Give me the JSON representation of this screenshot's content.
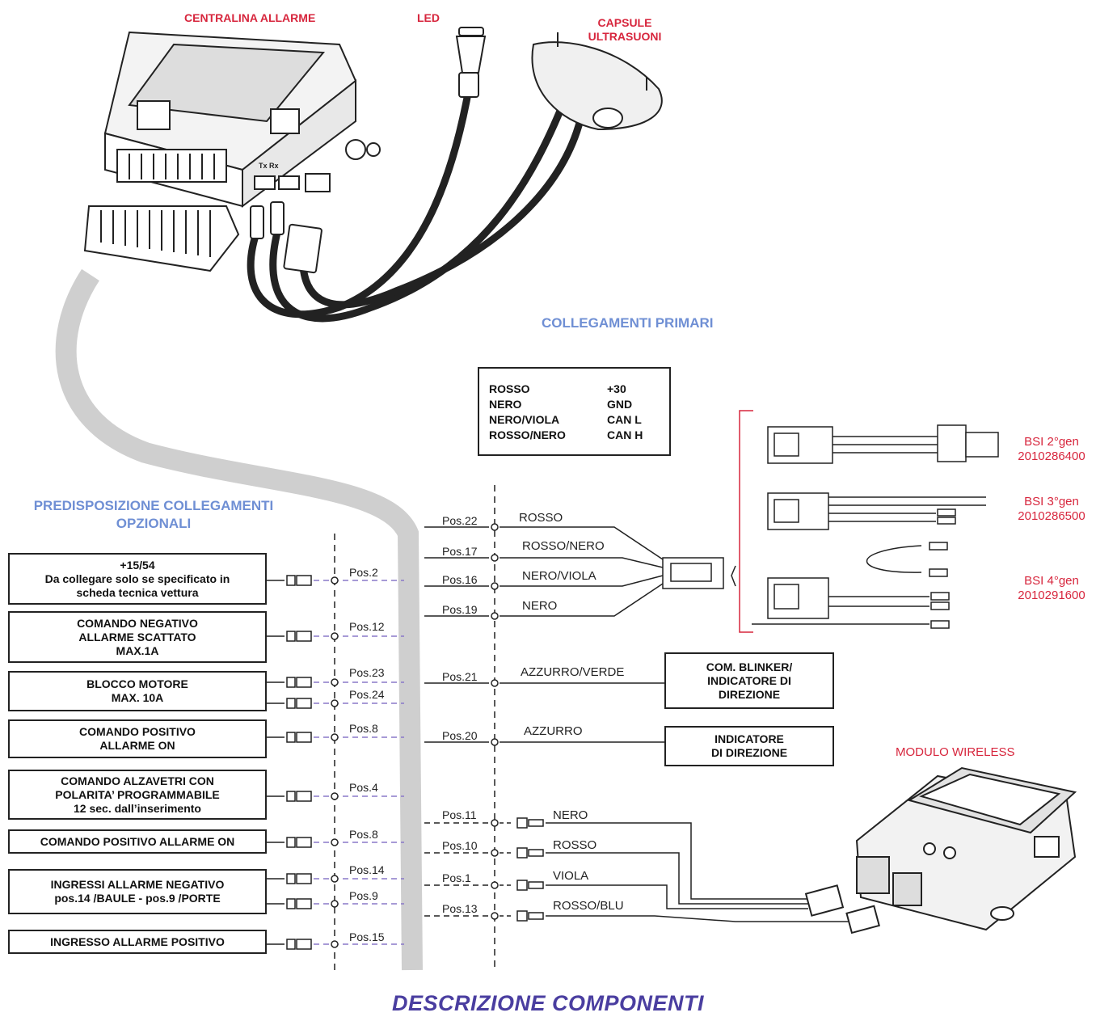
{
  "header_labels": {
    "centralina": "CENTRALINA ALLARME",
    "led": "LED",
    "capsule_line1": "CAPSULE",
    "capsule_line2": "ULTRASUONI",
    "txrx": "Tx  Rx"
  },
  "sections": {
    "primari": "COLLEGAMENTI PRIMARI",
    "opzionali_line1": "PREDISPOSIZIONE COLLEGAMENTI",
    "opzionali_line2": "OPZIONALI",
    "footer": "DESCRIZIONE COMPONENTI",
    "wireless": "MODULO WIRELESS"
  },
  "legend": [
    {
      "wire": "ROSSO",
      "signal": "+30"
    },
    {
      "wire": "NERO",
      "signal": "GND"
    },
    {
      "wire": "NERO/VIOLA",
      "signal": "CAN L"
    },
    {
      "wire": "ROSSO/NERO",
      "signal": "CAN H"
    }
  ],
  "bsi": [
    {
      "gen": "BSI 2°gen",
      "code": "2010286400"
    },
    {
      "gen": "BSI 3°gen",
      "code": "2010286500"
    },
    {
      "gen": "BSI 4°gen",
      "code": "2010291600"
    }
  ],
  "optional_boxes": [
    {
      "lines": [
        "+15/54",
        "Da collegare solo se specificato in",
        "scheda tecnica vettura"
      ]
    },
    {
      "lines": [
        "COMANDO NEGATIVO",
        "ALLARME SCATTATO",
        "MAX.1A"
      ]
    },
    {
      "lines": [
        "BLOCCO MOTORE",
        "MAX. 10A"
      ]
    },
    {
      "lines": [
        "COMANDO POSITIVO",
        "ALLARME ON"
      ]
    },
    {
      "lines": [
        "COMANDO ALZAVETRI CON",
        "POLARITA’ PROGRAMMABILE",
        "12 sec. dall’inserimento"
      ]
    },
    {
      "lines": [
        "COMANDO POSITIVO ALLARME ON"
      ]
    },
    {
      "lines": [
        "INGRESSI ALLARME NEGATIVO",
        "pos.14 /BAULE  -  pos.9 /PORTE"
      ]
    },
    {
      "lines": [
        "INGRESSO ALLARME POSITIVO"
      ]
    }
  ],
  "optional_pins": [
    "Pos.2",
    "Pos.12",
    "Pos.23",
    "Pos.24",
    "Pos.8",
    "Pos.4",
    "Pos.8",
    "Pos.14",
    "Pos.9",
    "Pos.15"
  ],
  "primary_pins": [
    {
      "pos": "Pos.22",
      "wire": "ROSSO"
    },
    {
      "pos": "Pos.17",
      "wire": "ROSSO/NERO"
    },
    {
      "pos": "Pos.16",
      "wire": "NERO/VIOLA"
    },
    {
      "pos": "Pos.19",
      "wire": "NERO"
    },
    {
      "pos": "Pos.21",
      "wire": "AZZURRO/VERDE"
    },
    {
      "pos": "Pos.20",
      "wire": "AZZURRO"
    }
  ],
  "wireless_pins": [
    {
      "pos": "Pos.11",
      "wire": "NERO"
    },
    {
      "pos": "Pos.10",
      "wire": "ROSSO"
    },
    {
      "pos": "Pos.1",
      "wire": "VIOLA"
    },
    {
      "pos": "Pos.13",
      "wire": "ROSSO/BLU"
    }
  ],
  "right_boxes": [
    {
      "lines": [
        "COM. BLINKER/",
        "INDICATORE DI",
        "DIREZIONE"
      ]
    },
    {
      "lines": [
        "INDICATORE",
        "DI DIREZIONE"
      ]
    }
  ],
  "colors": {
    "red_label": "#d7263d",
    "blue_label": "#6f8fd4",
    "footer": "#4a3ea0",
    "dashed_wire": "#8a78c8",
    "harness": "#cfcfcf"
  }
}
